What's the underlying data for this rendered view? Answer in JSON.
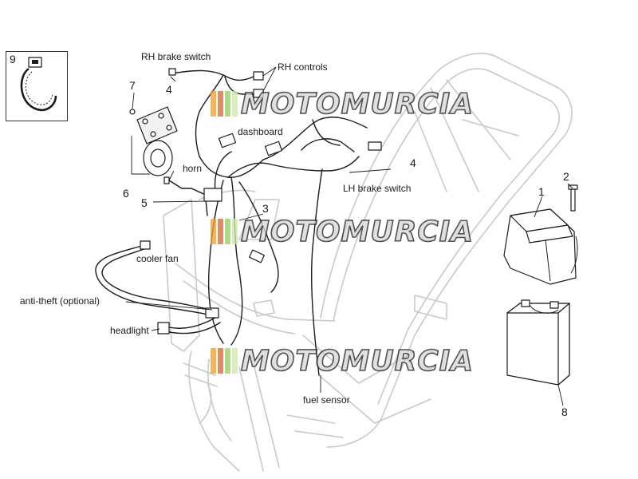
{
  "diagram": {
    "callouts": {
      "rh_brake_switch": "RH brake switch",
      "rh_controls": "RH controls",
      "dashboard": "dashboard",
      "horn": "horn",
      "lh_brake_switch": "LH brake switch",
      "cooler_fan": "cooler fan",
      "anti_theft": "anti-theft (optional)",
      "headlight": "headlight",
      "fuel_sensor": "fuel sensor"
    },
    "part_numbers": {
      "n1": "1",
      "n2": "2",
      "n3": "3",
      "n4_top": "4",
      "n4_right": "4",
      "n5": "5",
      "n6": "6",
      "n7": "7",
      "n8": "8",
      "n9": "9"
    },
    "watermark": {
      "text": "MOTOMURCIA",
      "flag_colors": [
        "#e8a23a",
        "#e06a3a",
        "#9bcf6a",
        "#cfe8b0"
      ]
    },
    "colors": {
      "line": "#1c1c1c",
      "frame": "#c9c9c9"
    }
  }
}
